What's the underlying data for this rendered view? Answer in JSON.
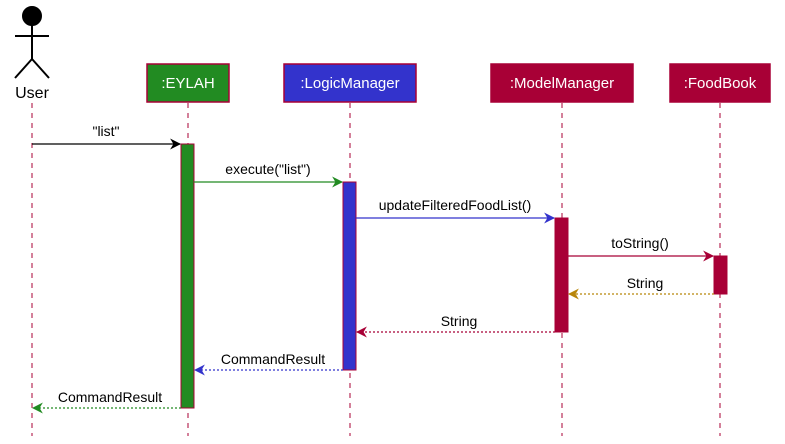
{
  "participants": {
    "user": {
      "label": "User"
    },
    "eylah": {
      "label": ":EYLAH",
      "fill": "#228b22"
    },
    "logic": {
      "label": ":LogicManager",
      "fill": "#3333cc"
    },
    "model": {
      "label": ":ModelManager",
      "fill": "#a80036"
    },
    "foodbook": {
      "label": ":FoodBook",
      "fill": "#a80036"
    }
  },
  "messages": [
    {
      "label": "\"list\"",
      "kind": "call",
      "color": "#000000"
    },
    {
      "label": "execute(\"list\")",
      "kind": "call",
      "color": "#228b22"
    },
    {
      "label": "updateFilteredFoodList()",
      "kind": "call",
      "color": "#3333cc"
    },
    {
      "label": "toString()",
      "kind": "call",
      "color": "#a80036"
    },
    {
      "label": "String",
      "kind": "return",
      "color": "#b8860b"
    },
    {
      "label": "String",
      "kind": "return",
      "color": "#a80036"
    },
    {
      "label": "CommandResult",
      "kind": "return",
      "color": "#3333cc"
    },
    {
      "label": "CommandResult",
      "kind": "return",
      "color": "#228b22"
    }
  ],
  "colors": {
    "lifeline": "#a80036",
    "participant_border": "#a80036",
    "actor": "#000000"
  }
}
